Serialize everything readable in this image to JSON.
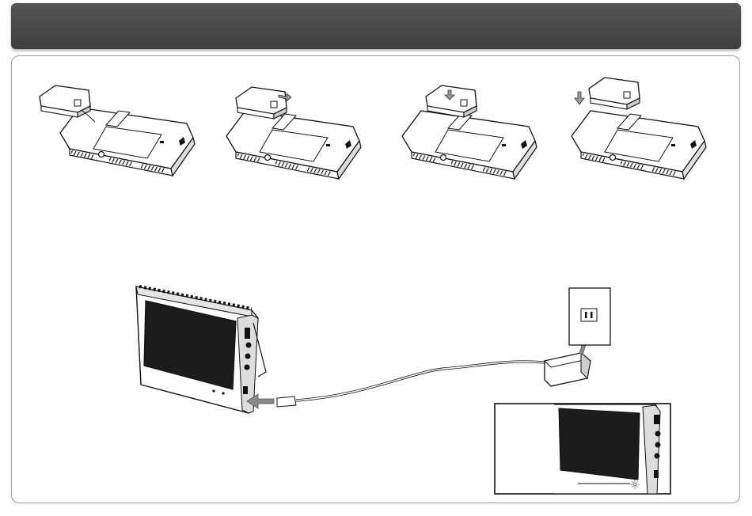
{
  "page": {
    "header_title": "",
    "steps": [
      {
        "name": "step-1-attach-battery"
      },
      {
        "name": "step-2-slide-battery"
      },
      {
        "name": "step-3-battery-locked"
      },
      {
        "name": "step-4-remove-battery"
      }
    ],
    "colors": {
      "header": "#4a4a4a",
      "panel_border": "#9a9a9a",
      "ink": "#1a1a1a",
      "arrow": "#8a8a8a"
    },
    "icons": {
      "power_outlet": "wall-outlet-icon",
      "adapter": "ac-adapter-icon",
      "led": "power-led-icon"
    }
  }
}
